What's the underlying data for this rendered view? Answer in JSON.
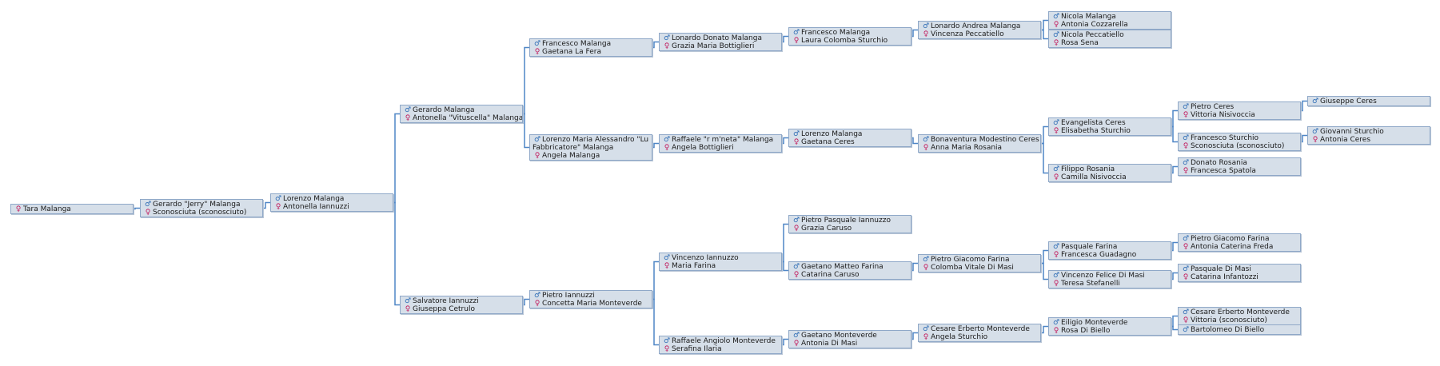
{
  "colors": {
    "box_fill": "#d6dfe9",
    "box_border": "#8fa8c8",
    "connector": "#4f86c6",
    "male_symbol": "#2f6db5",
    "female_symbol": "#c2185b"
  },
  "symbols": {
    "male": "♂",
    "female": "♀"
  },
  "people": {
    "root": {
      "female": "Tara Malanga"
    },
    "g1": {
      "male": "Gerardo \"Jerry\" Malanga",
      "female": "Sconosciuta (sconosciuto)"
    },
    "g2": {
      "male": "Lorenzo Malanga",
      "female": "Antonella Iannuzzi"
    },
    "g3a": {
      "male": "Gerardo Malanga",
      "female": "Antonella \"Vituscella\" Malanga"
    },
    "g3b": {
      "male": "Salvatore Iannuzzi",
      "female": "Giuseppa Cetrulo"
    },
    "g4a": {
      "male": "Francesco Malanga",
      "female": "Gaetana La Fera"
    },
    "g4b": {
      "male": "Lorenzo Maria Alessandro \"Lu Fabbricatore\" Malanga",
      "female": "Angela Malanga"
    },
    "g4c": {
      "male": "Pietro Iannuzzi",
      "female": "Concetta Maria Monteverde"
    },
    "g5a": {
      "male": "Lonardo Donato Malanga",
      "female": "Grazia Maria Bottiglieri"
    },
    "g5b": {
      "male": "Raffaele \"r m'neta\" Malanga",
      "female": "Angela Bottiglieri"
    },
    "g5c": {
      "male": "Vincenzo Iannuzzo",
      "female": "Maria Farina"
    },
    "g5d": {
      "male": "Raffaele Angiolo Monteverde",
      "female": "Serafina Ilaria"
    },
    "g6a": {
      "male": "Francesco Malanga",
      "female": "Laura Colomba Sturchio"
    },
    "g6b": {
      "male": "Lorenzo Malanga",
      "female": "Gaetana Ceres"
    },
    "g6c": {
      "male": "Pietro Pasquale Iannuzzo",
      "female": "Grazia Caruso"
    },
    "g6d": {
      "male": "Gaetano Matteo Farina",
      "female": "Catarina Caruso"
    },
    "g6e": {
      "male": "Gaetano Monteverde",
      "female": "Antonia Di Masi"
    },
    "g7a": {
      "male": "Lonardo Andrea Malanga",
      "female": "Vincenza Peccatiello"
    },
    "g7b": {
      "male": "Bonaventura Modestino Ceres",
      "female": "Anna Maria Rosania"
    },
    "g7c": {
      "male": "Pietro Giacomo Farina",
      "female": "Colomba Vitale Di Masi"
    },
    "g7d": {
      "male": "Cesare Erberto Monteverde",
      "female": "Angela Sturchio"
    },
    "g8a": {
      "male": "Nicola Malanga",
      "female": "Antonia Cozzarella"
    },
    "g8b": {
      "male": "Nicola Peccatiello",
      "female": "Rosa Sena"
    },
    "g8c": {
      "male": "Evangelista Ceres",
      "female": "Elisabetha Sturchio"
    },
    "g8d": {
      "male": "Filippo Rosania",
      "female": "Camilla Nisivoccia"
    },
    "g8e": {
      "male": "Pasquale Farina",
      "female": "Francesca Guadagno"
    },
    "g8f": {
      "male": "Vincenzo Felice Di Masi",
      "female": "Teresa Stefanelli"
    },
    "g8g": {
      "male": "Eiligio Monteverde",
      "female": "Rosa Di Biello"
    },
    "g9a": {
      "male": "Pietro Ceres",
      "female": "Vittoria Nisivoccia"
    },
    "g9b": {
      "male": "Francesco Sturchio",
      "female": "Sconosciuta (sconosciuto)"
    },
    "g9c": {
      "male": "Donato Rosania",
      "female": "Francesca Spatola"
    },
    "g9d": {
      "male": "Pietro Giacomo Farina",
      "female": "Antonia Caterina Freda"
    },
    "g9e": {
      "male": "Pasquale Di Masi",
      "female": "Catarina Infantozzi"
    },
    "g9f": {
      "male": "Cesare Erberto Monteverde",
      "female": "Vittoria (sconosciuto)"
    },
    "g9g": {
      "male": "Bartolomeo Di Biello"
    },
    "g10a": {
      "male": "Giuseppe Ceres"
    },
    "g10b": {
      "male": "Giovanni Sturchio",
      "female": "Antonia Ceres"
    }
  }
}
